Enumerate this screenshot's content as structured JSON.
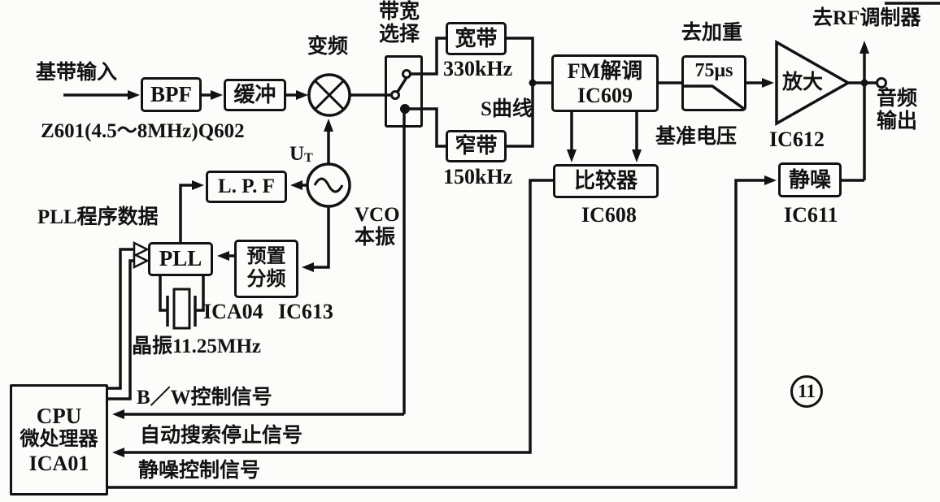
{
  "figure": {
    "number": "11"
  },
  "colors": {
    "ink": "#121212",
    "paper": "#fcfcfa"
  },
  "io": {
    "baseband_input": "基带输入",
    "to_rf_modulator": "去RF调制器",
    "audio_out_line1": "音频",
    "audio_out_line2": "输出"
  },
  "blocks": {
    "bpf": {
      "label": "BPF"
    },
    "buffer": {
      "label": "缓冲"
    },
    "mixer": {
      "label": "变频"
    },
    "bandwidth_switch": {
      "line1": "带宽",
      "line2": "选择"
    },
    "wideband": {
      "label": "宽带",
      "value": "330kHz"
    },
    "narrowband": {
      "label": "窄带",
      "value": "150kHz"
    },
    "fm_demod": {
      "label": "FM解调",
      "ic": "IC609"
    },
    "deemphasis": {
      "label": "75μs",
      "title": "去加重",
      "note": "基准电压"
    },
    "amplifier": {
      "label": "放大",
      "ic": "IC612"
    },
    "comparator": {
      "label": "比较器",
      "ic": "IC608"
    },
    "squelch": {
      "label": "静噪",
      "ic": "IC611"
    },
    "lpf": {
      "label": "L. P. F"
    },
    "vco": {
      "line1": "VCO",
      "line2": "本振",
      "tuning_u": "U",
      "tuning_sub": "T"
    },
    "pll": {
      "label": "PLL",
      "ic": "ICA04"
    },
    "preset_divider": {
      "line1": "预置",
      "line2": "分频",
      "ic": "IC613"
    },
    "crystal": {
      "label": "晶振11.25MHz"
    },
    "cpu": {
      "line1": "CPU",
      "line2": "微处理器",
      "line3": "ICA01"
    }
  },
  "annotations": {
    "filter_part": "Z601(4.5～8MHz)Q602",
    "s_curve": "S曲线",
    "pll_program_data": "PLL程序数据",
    "bw_control": "B／W控制信号",
    "auto_search_stop": "自动搜索停止信号",
    "squelch_control": "静噪控制信号"
  }
}
